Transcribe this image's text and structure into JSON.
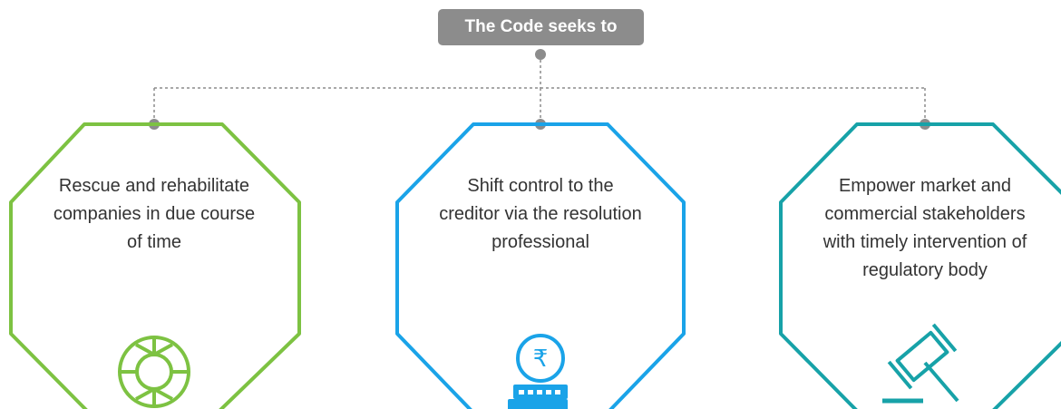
{
  "header": {
    "title": "The Code seeks to"
  },
  "colors": {
    "connector": "#8c8c8c",
    "green": "#7dc242",
    "blue": "#1aa3e8",
    "teal": "#17a2a8"
  },
  "cards": [
    {
      "text": "Rescue and rehabilitate companies in due course of time",
      "icon": "lifebuoy-icon",
      "color": "#7dc242"
    },
    {
      "text": "Shift control to the creditor via the resolution professional",
      "icon": "rupee-coin-stack-icon",
      "color": "#1aa3e8"
    },
    {
      "text": "Empower market and commercial stakeholders with timely intervention of regulatory body",
      "icon": "gavel-icon",
      "color": "#17a2a8"
    }
  ],
  "icons": {
    "rupee_symbol": "₹"
  }
}
